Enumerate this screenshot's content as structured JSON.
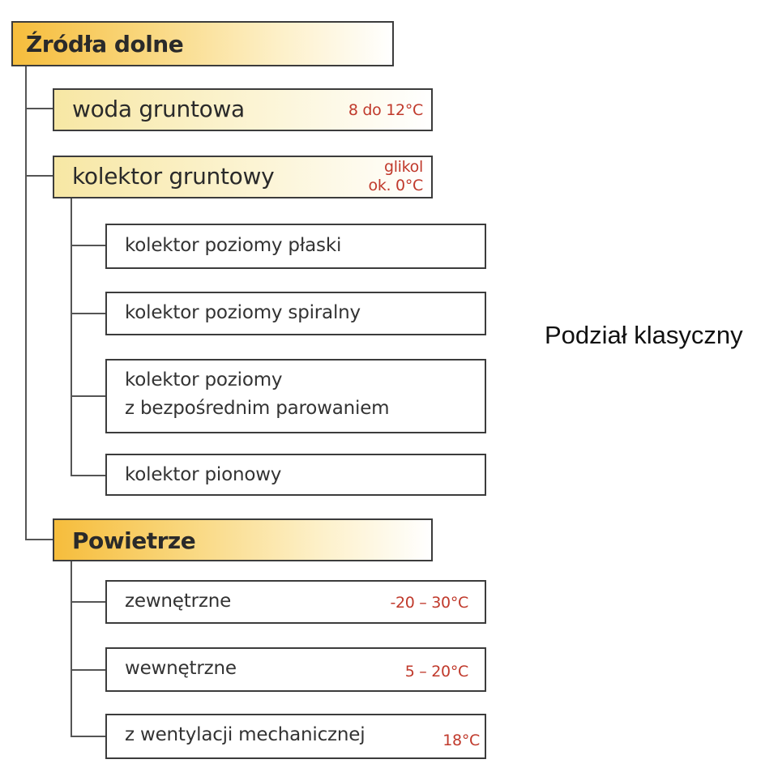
{
  "diagram": {
    "root": {
      "label": "Źródła dolne"
    },
    "groundwater": {
      "label": "woda gruntowa",
      "temp": "8 do 12°C"
    },
    "ground_collector": {
      "label": "kolektor gruntowy",
      "temp_line1": "glikol",
      "temp_line2": "ok. 0°C"
    },
    "collector_types": [
      {
        "label": "kolektor poziomy płaski"
      },
      {
        "label": "kolektor poziomy spiralny"
      },
      {
        "label_line1": "kolektor poziomy",
        "label_line2": "z bezpośrednim parowaniem"
      },
      {
        "label": "kolektor pionowy"
      }
    ],
    "air": {
      "label": "Powietrze"
    },
    "air_types": [
      {
        "label": "zewnętrzne",
        "temp": "-20 – 30°C"
      },
      {
        "label": "wewnętrzne",
        "temp": "5 – 20°C"
      },
      {
        "label": "z wentylacji mechanicznej",
        "temp": "18°C"
      }
    ]
  },
  "caption": "Podział klasyczny"
}
